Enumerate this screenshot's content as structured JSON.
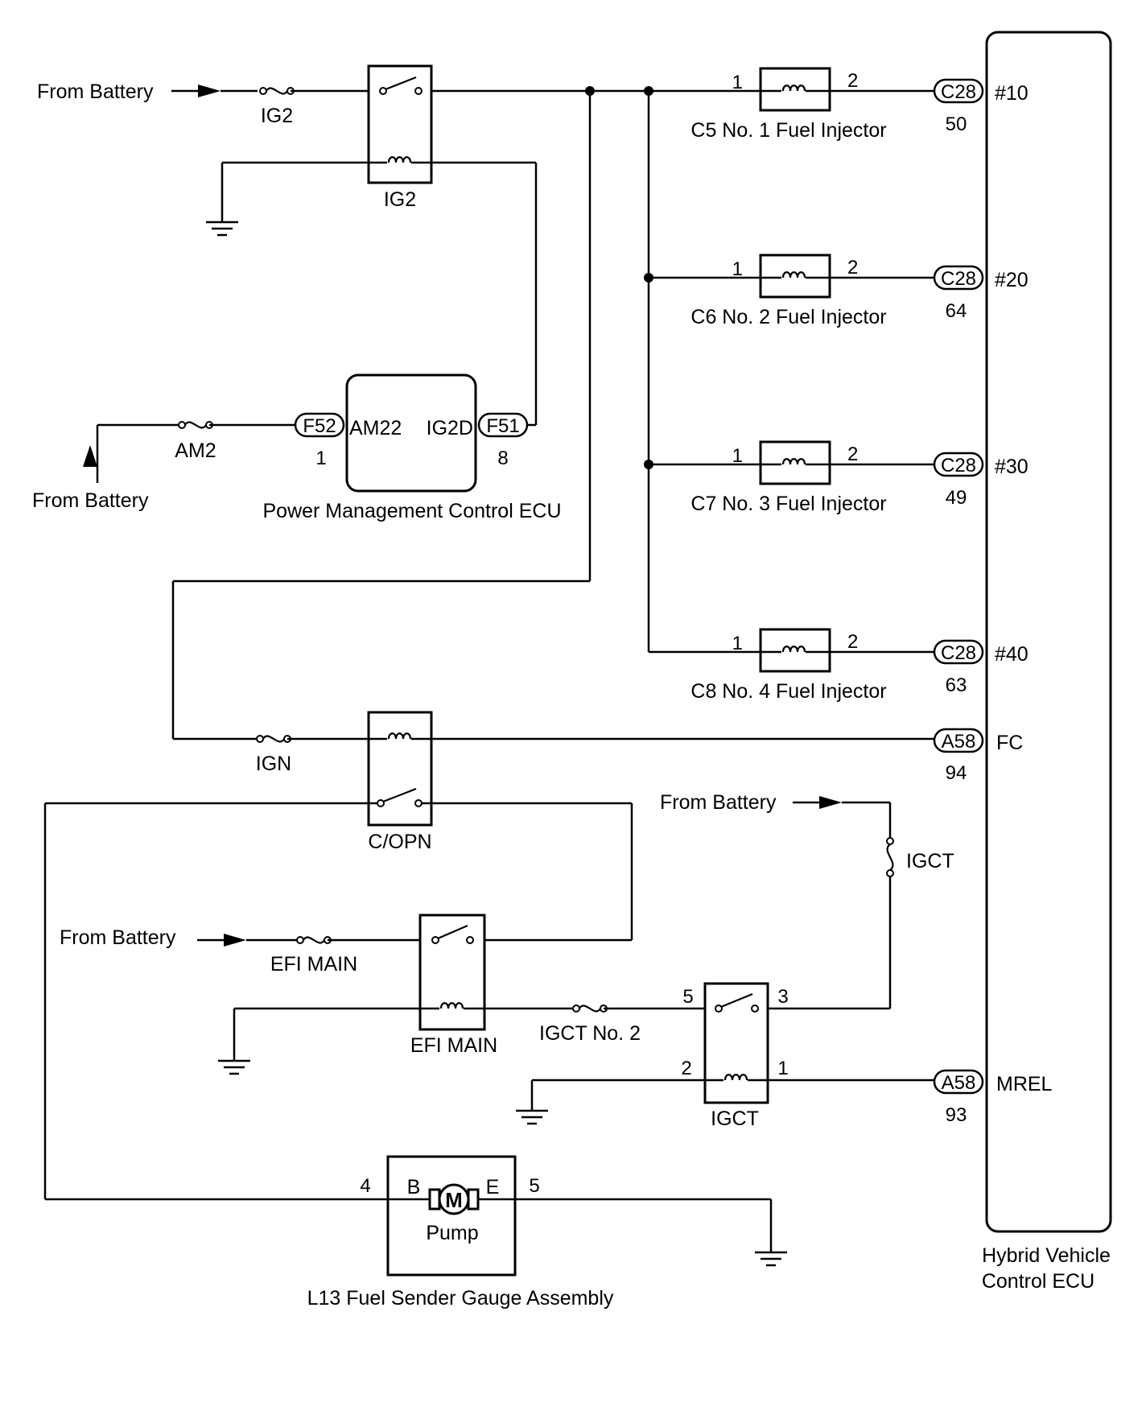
{
  "sources": {
    "battery_ig2": "From Battery",
    "battery_am2": "From Battery",
    "battery_igct": "From Battery",
    "battery_efi": "From Battery"
  },
  "fuses": {
    "ig2": "IG2",
    "am2": "AM2",
    "ign": "IGN",
    "igct": "IGCT",
    "efi_main": "EFI MAIN",
    "igct_no2": "IGCT No. 2"
  },
  "relays": {
    "ig2": "IG2",
    "copn": "C/OPN",
    "efi_main": "EFI MAIN",
    "igct": "IGCT",
    "igct_pins": {
      "p5": "5",
      "p3": "3",
      "p2": "2",
      "p1": "1"
    }
  },
  "pm_ecu": {
    "name": "Power Management Control ECU",
    "term_left": "AM22",
    "term_right": "IG2D",
    "conn_left": "F52",
    "pin_left": "1",
    "conn_right": "F51",
    "pin_right": "8"
  },
  "injectors": [
    {
      "name": "C5 No. 1 Fuel Injector",
      "pin_in": "1",
      "pin_out": "2",
      "conn": "C28",
      "pin": "50",
      "term": "#10"
    },
    {
      "name": "C6 No. 2 Fuel Injector",
      "pin_in": "1",
      "pin_out": "2",
      "conn": "C28",
      "pin": "64",
      "term": "#20"
    },
    {
      "name": "C7 No. 3 Fuel Injector",
      "pin_in": "1",
      "pin_out": "2",
      "conn": "C28",
      "pin": "49",
      "term": "#30"
    },
    {
      "name": "C8 No. 4 Fuel Injector",
      "pin_in": "1",
      "pin_out": "2",
      "conn": "C28",
      "pin": "63",
      "term": "#40"
    }
  ],
  "hv_ecu": {
    "name_line1": "Hybrid Vehicle",
    "name_line2": "Control ECU",
    "fc": {
      "conn": "A58",
      "pin": "94",
      "term": "FC"
    },
    "mrel": {
      "conn": "A58",
      "pin": "93",
      "term": "MREL"
    }
  },
  "pump": {
    "assembly": "L13 Fuel Sender Gauge Assembly",
    "label": "Pump",
    "motor": "M",
    "term_b": "B",
    "term_e": "E",
    "pin_b": "4",
    "pin_e": "5"
  }
}
